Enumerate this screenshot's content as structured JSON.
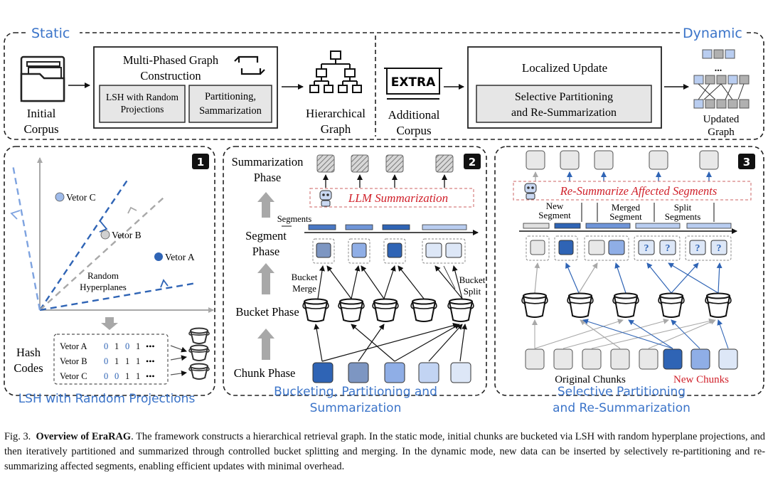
{
  "top": {
    "static_label": "Static",
    "dynamic_label": "Dynamic",
    "initial_corpus": [
      "Initial",
      "Corpus"
    ],
    "graph_construction_title": [
      "Multi-Phased Graph",
      "Construction"
    ],
    "lsh_box": [
      "LSH with Random",
      "Projections"
    ],
    "partition_box": [
      "Partitioning,",
      "Sammarization"
    ],
    "hierarchical_graph": [
      "Hierarchical",
      "Graph"
    ],
    "extra_tag": "EXTRA",
    "additional_corpus": [
      "Additional",
      "Corpus"
    ],
    "localized_update": "Localized Update",
    "selective_box": [
      "Selective Partitioning",
      "and Re-Summarization"
    ],
    "updated_graph": [
      "Updated",
      "Graph"
    ],
    "ellipsis": "..."
  },
  "panel1": {
    "badge": "1",
    "vector_c": "Vetor C",
    "vector_b": "Vetor B",
    "vector_a": "Vetor A",
    "hyperplanes": [
      "Random",
      "Hyperplanes"
    ],
    "hash_codes": [
      "Hash",
      "Codes"
    ],
    "hash_rows": [
      {
        "label": "Vetor A",
        "bits": [
          "0",
          "1",
          "0",
          "1"
        ],
        "dots": "•••"
      },
      {
        "label": "Vetor B",
        "bits": [
          "0",
          "1",
          "1",
          "1"
        ],
        "dots": "•••"
      },
      {
        "label": "Vetor C",
        "bits": [
          "0",
          "0",
          "1",
          "1"
        ],
        "dots": "•••"
      }
    ],
    "footer": "LSH with Random Projections"
  },
  "panel2": {
    "badge": "2",
    "summarization_phase": [
      "Summarization",
      "Phase"
    ],
    "llm_summarization": "LLM Summarization",
    "segments_label": "Segments",
    "segment_phase": [
      "Segment",
      "Phase"
    ],
    "bucket_merge": [
      "Bucket",
      "Merge"
    ],
    "bucket_split": [
      "Bucket",
      "Split"
    ],
    "bucket_phase": "Bucket Phase",
    "chunk_phase": "Chunk Phase",
    "footer": [
      "Bucketing, Partitioning and",
      "Summarization"
    ]
  },
  "panel3": {
    "badge": "3",
    "resummarize": "Re-Summarize Affected Segments",
    "new_segment": [
      "New",
      "Segment"
    ],
    "merged_segment": [
      "Merged",
      "Segment"
    ],
    "split_segments": [
      "Split",
      "Segments"
    ],
    "question_mark": "?",
    "original_chunks": "Original Chunks",
    "new_chunks": "New Chunks",
    "footer": [
      "Selective Partitioning",
      "and Re-Summarization"
    ]
  },
  "caption": {
    "fig": "Fig. 3.",
    "title": "Overview of EraRAG",
    "text": ". The framework constructs a hierarchical retrieval graph. In the static mode, initial chunks are bucketed via LSH with random hyperplane projections, and then iteratively partitioned and summarized through controlled bucket splitting and merging. In the dynamic mode, new data can be inserted by selectively re-partitioning and re-summarizing affected segments, enabling efficient updates with minimal overhead."
  },
  "colors": {
    "blue_dark": "#2f64b5",
    "blue_mid": "#6f95d8",
    "blue_light": "#b9cdf0",
    "blue_pale": "#dde7f7",
    "gray_box": "#e6e6e6",
    "accent_blue_text": "#3b74c9",
    "llm_red": "#d0202a",
    "badge": "#111111"
  }
}
